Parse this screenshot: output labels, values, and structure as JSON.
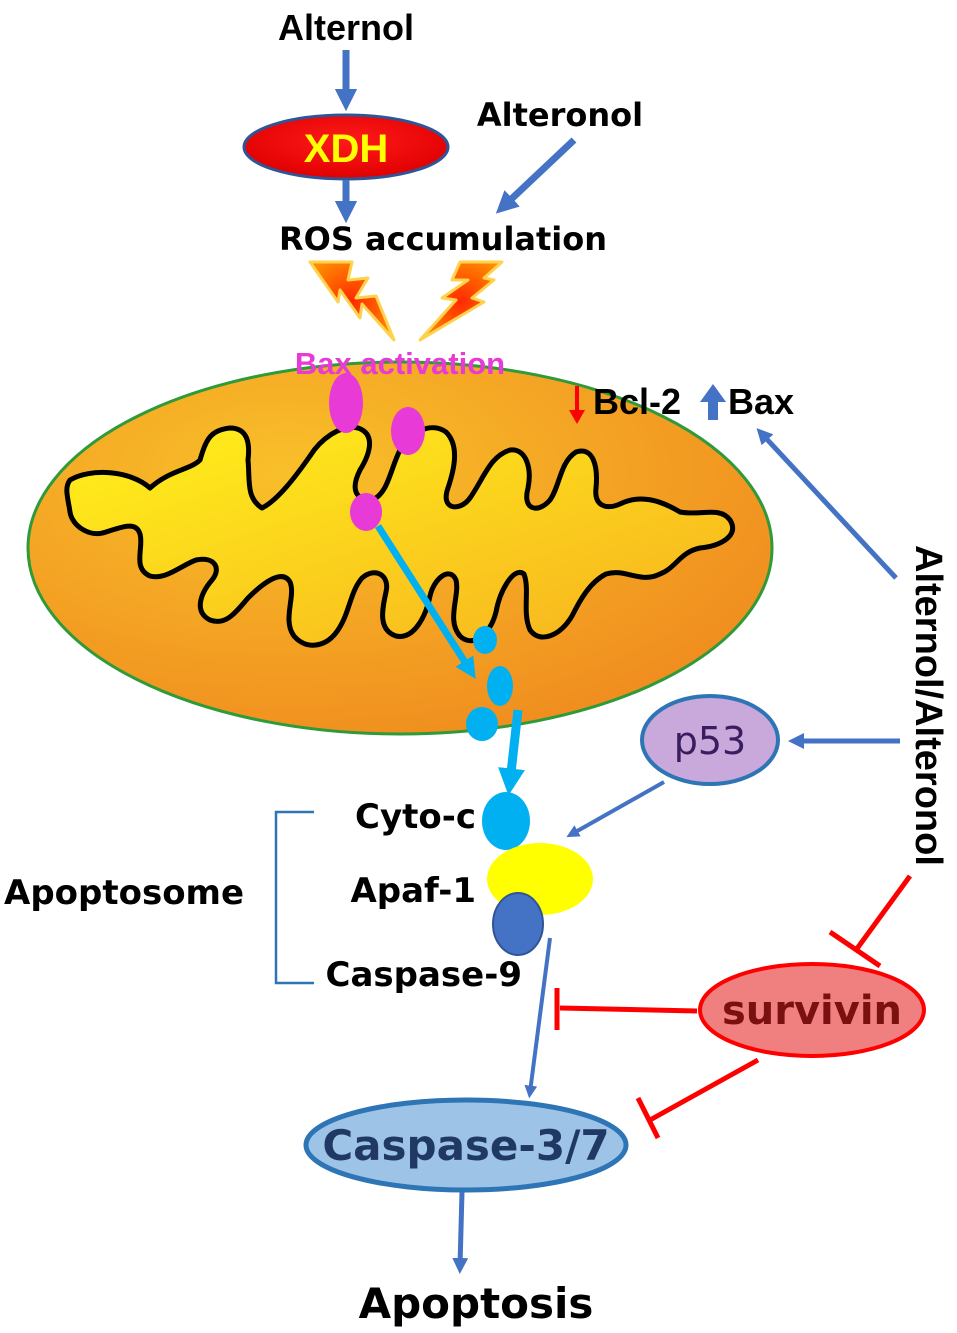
{
  "labels": {
    "alternol_top": "Alternol",
    "xdh": "XDH",
    "alteronol": "Alteronol",
    "ros": "ROS accumulation",
    "bax_activation": "Bax activation",
    "bcl2": "Bcl-2",
    "bax": "Bax",
    "alternol_alteronol": "Alternol/Alteronol",
    "p53": "p53",
    "cyto_c": "Cyto-c",
    "apaf1": "Apaf-1",
    "caspase9": "Caspase-9",
    "apoptosome": "Apoptosome",
    "survivin": "survivin",
    "caspase37": "Caspase-3/7",
    "apoptosis": "Apoptosis"
  },
  "colors": {
    "activation_arrow": "#4472c4",
    "inhibition": "#ff0000",
    "xdh_fill": "#ff0000",
    "xdh_text": "#ffff00",
    "mito_outer": "#f39c1e",
    "mito_inner": "#ffd21a",
    "bax_protein": "#e83ad6",
    "cyto_c": "#00b0f0",
    "apaf1": "#ffff00",
    "caspase9": "#4472c4",
    "p53_fill": "#c9a8dc",
    "survivin_fill": "#f08080",
    "caspase37_fill": "#9dc3e6",
    "bax_activation_text": "#e83ad6"
  }
}
